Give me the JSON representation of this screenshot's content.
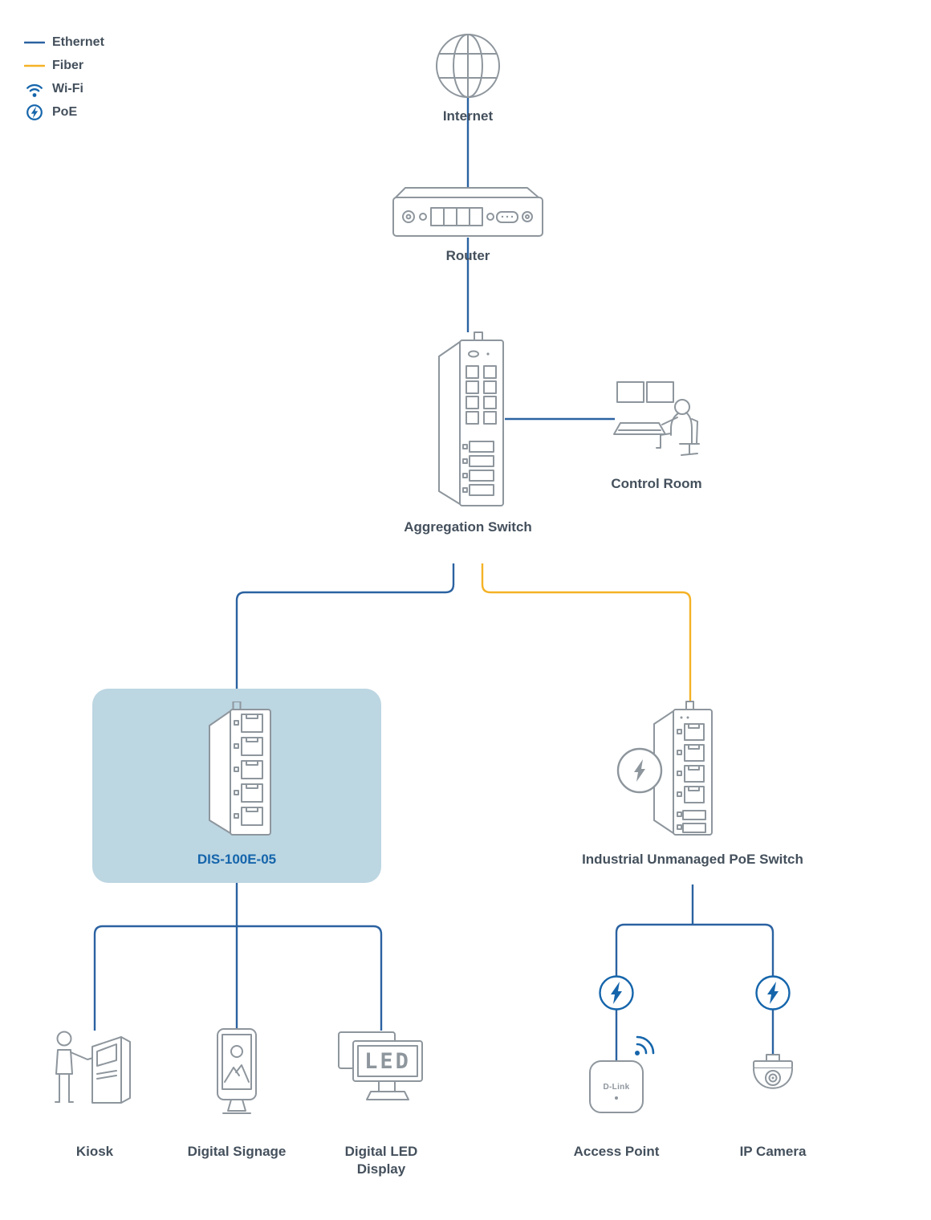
{
  "colors": {
    "ethernet": "#2b62a1",
    "fiber": "#f5b225",
    "label": "#44505c",
    "device": "#8e969d",
    "accent": "#1565ab",
    "highlight": "#bcd6e2",
    "background": "#ffffff"
  },
  "legend": {
    "items": [
      {
        "id": "ethernet",
        "label": "Ethernet"
      },
      {
        "id": "fiber",
        "label": "Fiber"
      },
      {
        "id": "wifi",
        "label": "Wi-Fi"
      },
      {
        "id": "poe",
        "label": "PoE"
      }
    ]
  },
  "nodes": {
    "internet": {
      "label": "Internet"
    },
    "router": {
      "label": "Router"
    },
    "aggregation_switch": {
      "label": "Aggregation Switch"
    },
    "control_room": {
      "label": "Control Room"
    },
    "dis_switch": {
      "label": "DIS-100E-05"
    },
    "industrial_poe_switch": {
      "label": "Industrial Unmanaged PoE Switch"
    },
    "kiosk": {
      "label": "Kiosk"
    },
    "digital_signage": {
      "label": "Digital Signage"
    },
    "digital_led_display": {
      "label": "Digital LED Display"
    },
    "access_point": {
      "label": "Access Point",
      "brand": "D-Link"
    },
    "ip_camera": {
      "label": "IP Camera"
    }
  },
  "devices": {
    "led_display_text": "LED"
  },
  "connections": [
    {
      "from": "internet",
      "to": "router",
      "type": "ethernet"
    },
    {
      "from": "router",
      "to": "aggregation_switch",
      "type": "ethernet"
    },
    {
      "from": "aggregation_switch",
      "to": "control_room",
      "type": "ethernet"
    },
    {
      "from": "aggregation_switch",
      "to": "dis_switch",
      "type": "ethernet"
    },
    {
      "from": "aggregation_switch",
      "to": "industrial_poe_switch",
      "type": "fiber"
    },
    {
      "from": "dis_switch",
      "to": "kiosk",
      "type": "ethernet"
    },
    {
      "from": "dis_switch",
      "to": "digital_signage",
      "type": "ethernet"
    },
    {
      "from": "dis_switch",
      "to": "digital_led_display",
      "type": "ethernet"
    },
    {
      "from": "industrial_poe_switch",
      "to": "access_point",
      "type": "ethernet-poe"
    },
    {
      "from": "industrial_poe_switch",
      "to": "ip_camera",
      "type": "ethernet-poe"
    }
  ]
}
